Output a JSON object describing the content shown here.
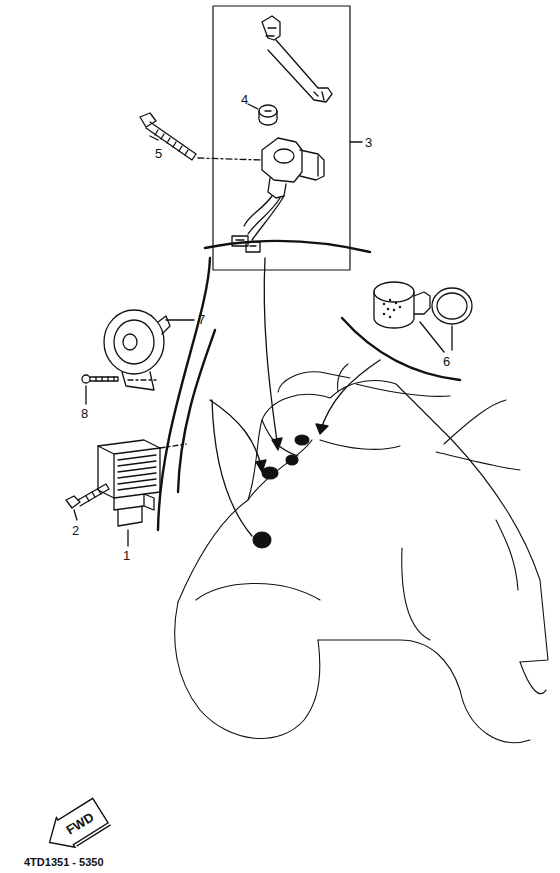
{
  "diagram": {
    "nodes": [
      {
        "text": [
          "FWD"
        ]
      }
    ],
    "labels": [
      "5",
      "4",
      "3",
      "7",
      "6",
      "8",
      "2",
      "1",
      "4TD1351 - 5350"
    ]
  }
}
